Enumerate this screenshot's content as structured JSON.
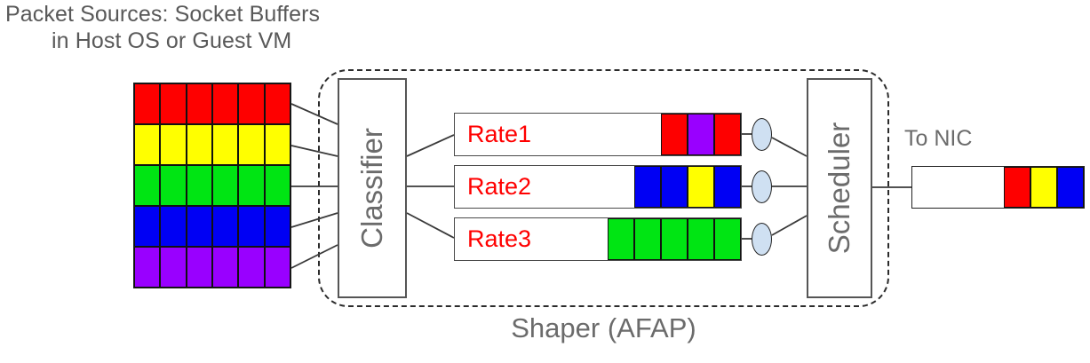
{
  "diagram": {
    "title_lines": [
      "Packet Sources: Socket Buffers",
      "in Host OS or Guest VM"
    ],
    "shaper_label": "Shaper (AFAP)",
    "nic_label": "To NIC"
  },
  "colors": {
    "red": "#fe0000",
    "yellow": "#ffff00",
    "green": "#00e513",
    "blue": "#0000f4",
    "purple": "#9900ff",
    "white": "#ffffff",
    "gate_fill": "#cfe0f2",
    "text_gray": "#6b6b6b",
    "label_red": "#ff0000",
    "stroke": "#333333"
  },
  "packet_sources": {
    "name": "socket-buffer-grid",
    "rows": 5,
    "columns": 6,
    "row_colors": [
      "red",
      "yellow",
      "green",
      "blue",
      "purple"
    ]
  },
  "modules": {
    "classifier": {
      "label": "Classifier"
    },
    "scheduler": {
      "label": "Scheduler"
    }
  },
  "queues": [
    {
      "label": "Rate1",
      "packets": [
        "red",
        "purple",
        "red"
      ]
    },
    {
      "label": "Rate2",
      "packets": [
        "blue",
        "blue",
        "yellow",
        "blue"
      ]
    },
    {
      "label": "Rate3",
      "packets": [
        "green",
        "green",
        "green",
        "green",
        "green"
      ]
    }
  ],
  "gates": [
    {
      "name": "gate-rate1"
    },
    {
      "name": "gate-rate2"
    },
    {
      "name": "gate-rate3"
    }
  ],
  "nic_output": {
    "packets": [
      "red",
      "yellow",
      "blue"
    ]
  }
}
